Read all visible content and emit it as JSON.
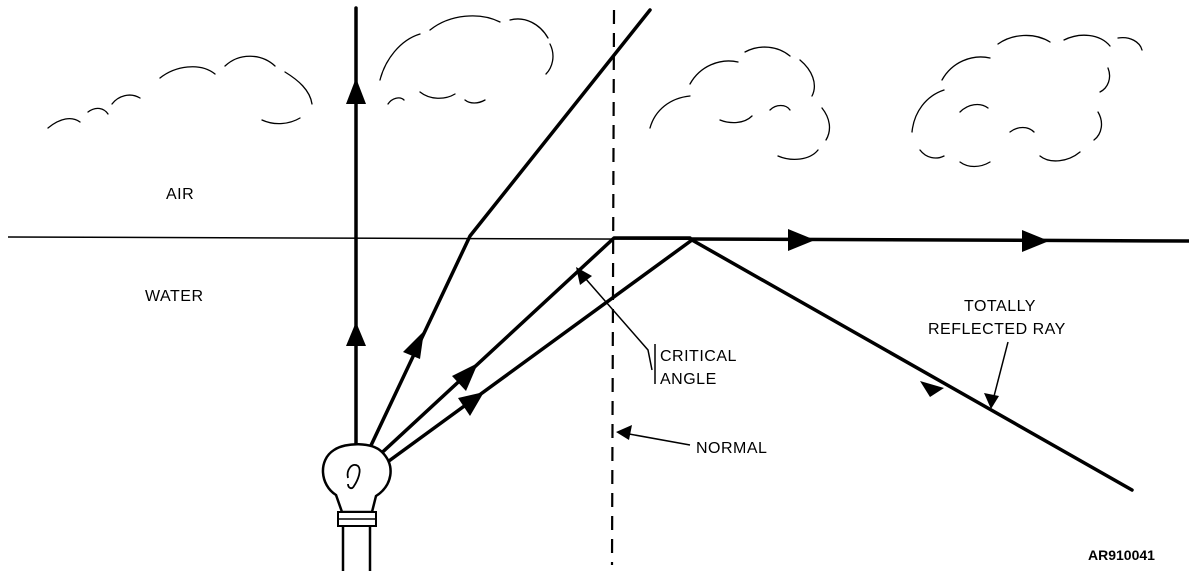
{
  "labels": {
    "air": "AIR",
    "water": "WATER",
    "critical_angle_line1": "CRITICAL",
    "critical_angle_line2": "ANGLE",
    "normal": "NORMAL",
    "totally_reflected_line1": "TOTALLY",
    "totally_reflected_line2": "REFLECTED RAY",
    "figure_id": "AR910041"
  },
  "icons": {
    "light_source": "light-bulb-icon"
  }
}
